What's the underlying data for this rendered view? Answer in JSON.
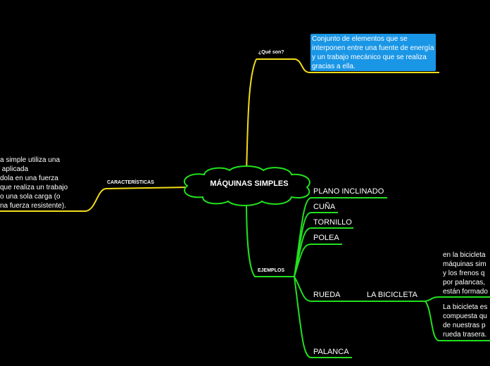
{
  "central": {
    "title": "MÁQUINAS SIMPLES"
  },
  "que_son": {
    "label": "¿Qué son?",
    "definition": "Conjunto de elementos que se interponen entre una fuente de energía y un trabajo mecánico que se realiza gracias a ella."
  },
  "caracteristicas": {
    "label": "CARACTERÍSTICAS",
    "text": "a simple utiliza una\n aplicada\ndola en una fuerza\nque realiza un trabajo\no una sola carga (o\nna fuerza resistente)."
  },
  "ejemplos": {
    "label": "EJEMPLOS",
    "items": [
      "PLANO INCLINADO",
      "CUÑA",
      "TORNILLO",
      "POLEA",
      "RUEDA",
      "PALANCA"
    ]
  },
  "bicicleta": {
    "label": "LA BICICLETA",
    "note1": "en la bicicleta\nmáquinas sim\ny los frenos q\npor palancas,\nestán formado",
    "note2": "La bicicleta es\ncompuesta qu\nde nuestras p\nrueda trasera."
  },
  "colors": {
    "background": "#000000",
    "green": "#22e01e",
    "yellow": "#f2dc1a",
    "blue_box": "#1a96e6",
    "text": "#ffffff"
  }
}
